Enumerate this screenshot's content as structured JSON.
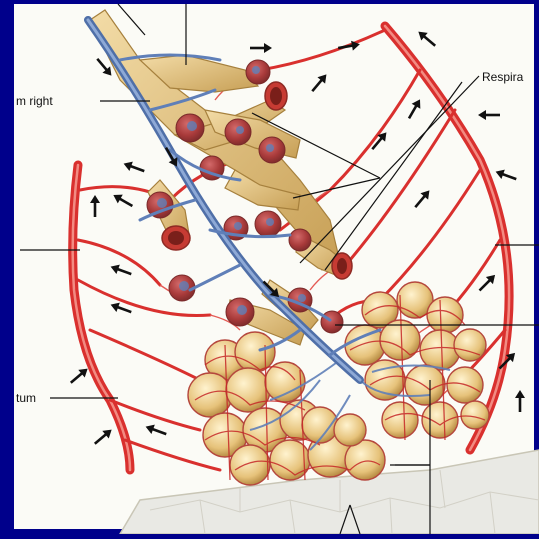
{
  "labels": {
    "right_branch": "m right",
    "respiratory": "Respira",
    "septum": "tum"
  },
  "colors": {
    "frame": "#00008b",
    "panel": "#fbfbf6",
    "artery": "#d9302e",
    "artery_light": "#f07a70",
    "vein": "#6a8ec6",
    "bronchiole": "#dcbd7e",
    "alveoli": "#e9c985",
    "capillary": "#c62828",
    "arrow": "#111111",
    "pleura": "#c9c6b6"
  }
}
